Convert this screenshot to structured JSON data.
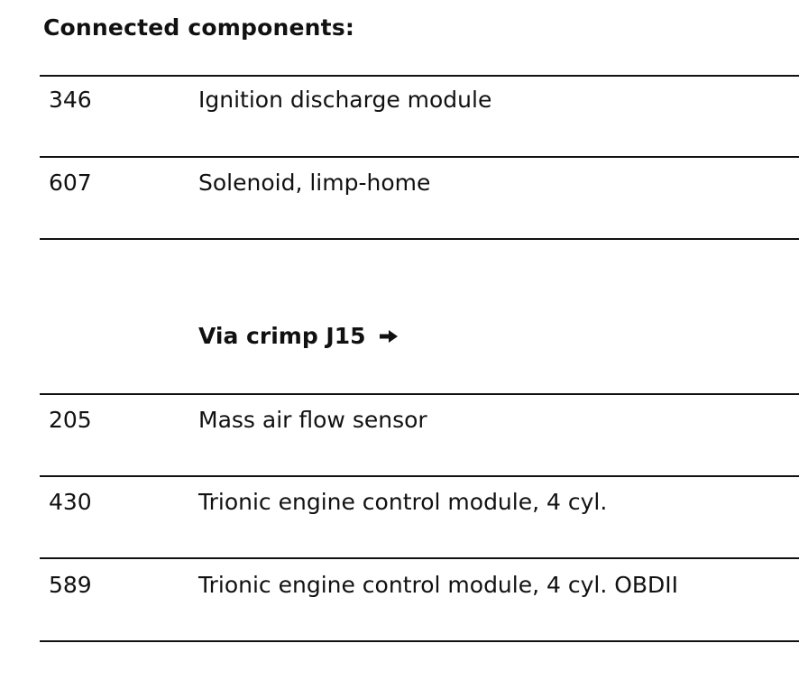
{
  "heading": "Connected components:",
  "group1": [
    {
      "code": "346",
      "name": "Ignition discharge module"
    },
    {
      "code": "607",
      "name": "Solenoid, limp-home"
    }
  ],
  "via": {
    "label": "Via crimp J15",
    "icon": "arrow-right-icon"
  },
  "group2": [
    {
      "code": "205",
      "name": "Mass air flow sensor"
    },
    {
      "code": "430",
      "name": "Trionic engine control module, 4 cyl."
    },
    {
      "code": "589",
      "name": "Trionic engine control module, 4 cyl. OBDII"
    }
  ]
}
